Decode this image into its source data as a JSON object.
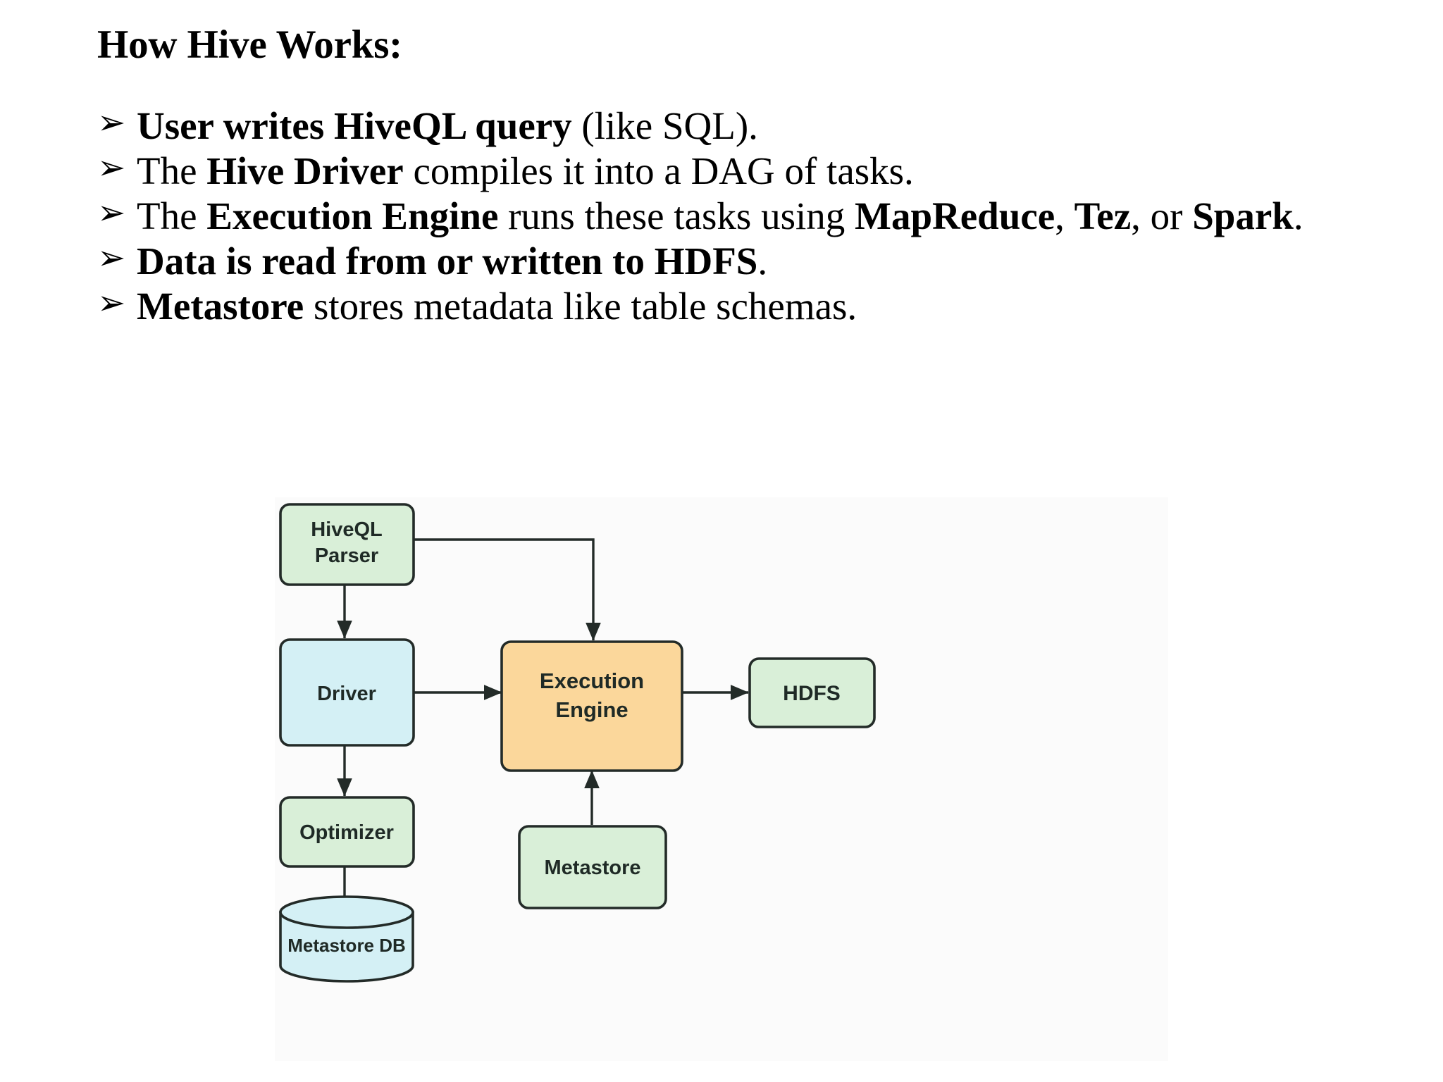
{
  "slide": {
    "title": "How Hive Works:",
    "bullet_marker": "➢",
    "bullets": [
      {
        "id": "bullet-hiveql-query",
        "runs": [
          {
            "text": "User writes HiveQL query",
            "bold": true
          },
          {
            "text": " (like SQL).",
            "bold": false
          }
        ]
      },
      {
        "id": "bullet-hive-driver",
        "runs": [
          {
            "text": "The ",
            "bold": false
          },
          {
            "text": "Hive Driver",
            "bold": true
          },
          {
            "text": " compiles it into a DAG of tasks.",
            "bold": false
          }
        ]
      },
      {
        "id": "bullet-execution-engine",
        "runs": [
          {
            "text": "The ",
            "bold": false
          },
          {
            "text": "Execution Engine",
            "bold": true
          },
          {
            "text": " runs these tasks using ",
            "bold": false
          },
          {
            "text": "MapReduce",
            "bold": true
          },
          {
            "text": ", ",
            "bold": false
          },
          {
            "text": "Tez",
            "bold": true
          },
          {
            "text": ", or  ",
            "bold": false
          },
          {
            "text": "Spark",
            "bold": true
          },
          {
            "text": ".",
            "bold": false
          }
        ]
      },
      {
        "id": "bullet-hdfs-read-write",
        "runs": [
          {
            "text": "Data is read from or written to HDFS",
            "bold": true
          },
          {
            "text": ".",
            "bold": false
          }
        ]
      },
      {
        "id": "bullet-metastore-metadata",
        "runs": [
          {
            "text": "Metastore",
            "bold": true
          },
          {
            "text": " stores metadata like table schemas.",
            "bold": false
          }
        ]
      }
    ]
  },
  "diagram": {
    "type": "flowchart",
    "background": "#fbfbfb",
    "stroke": "#232b28",
    "text_color": "#1f2a26",
    "palette": {
      "green": "#d9efd8",
      "blue": "#d4f0f5",
      "orange": "#fbd79b"
    },
    "nodes": [
      {
        "id": "hiveql-parser",
        "label": "HiveQL\nParser",
        "line1": "HiveQL",
        "line2": "Parser",
        "shape": "rounded-rect",
        "fill": "#d9efd8"
      },
      {
        "id": "driver",
        "label": "Driver",
        "line1": "Driver",
        "line2": "",
        "shape": "rounded-rect",
        "fill": "#d4f0f5"
      },
      {
        "id": "optimizer",
        "label": "Optimizer",
        "line1": "Optimizer",
        "line2": "",
        "shape": "rounded-rect",
        "fill": "#d9efd8"
      },
      {
        "id": "metastore-db",
        "label": "Metastore DB",
        "line1": "Metastore DB",
        "line2": "",
        "shape": "cylinder",
        "fill": "#d4f0f5"
      },
      {
        "id": "execution-engine",
        "label": "Execution\nEngine",
        "line1": "Execution",
        "line2": "Engine",
        "shape": "rounded-rect",
        "fill": "#fbd79b"
      },
      {
        "id": "hdfs",
        "label": "HDFS",
        "line1": "HDFS",
        "line2": "",
        "shape": "rounded-rect",
        "fill": "#d9efd8"
      },
      {
        "id": "metastore",
        "label": "Metastore",
        "line1": "Metastore",
        "line2": "",
        "shape": "rounded-rect",
        "fill": "#d9efd8"
      }
    ],
    "edges": [
      {
        "from": "hiveql-parser",
        "to": "execution-engine",
        "arrow": true,
        "routing": "orthogonal"
      },
      {
        "from": "hiveql-parser",
        "to": "driver",
        "arrow": true,
        "routing": "straight"
      },
      {
        "from": "driver",
        "to": "execution-engine",
        "arrow": true,
        "routing": "straight"
      },
      {
        "from": "driver",
        "to": "optimizer",
        "arrow": true,
        "routing": "straight"
      },
      {
        "from": "optimizer",
        "to": "metastore-db",
        "arrow": false,
        "routing": "straight"
      },
      {
        "from": "execution-engine",
        "to": "hdfs",
        "arrow": true,
        "routing": "straight"
      },
      {
        "from": "metastore",
        "to": "execution-engine",
        "arrow": true,
        "routing": "straight"
      }
    ]
  }
}
